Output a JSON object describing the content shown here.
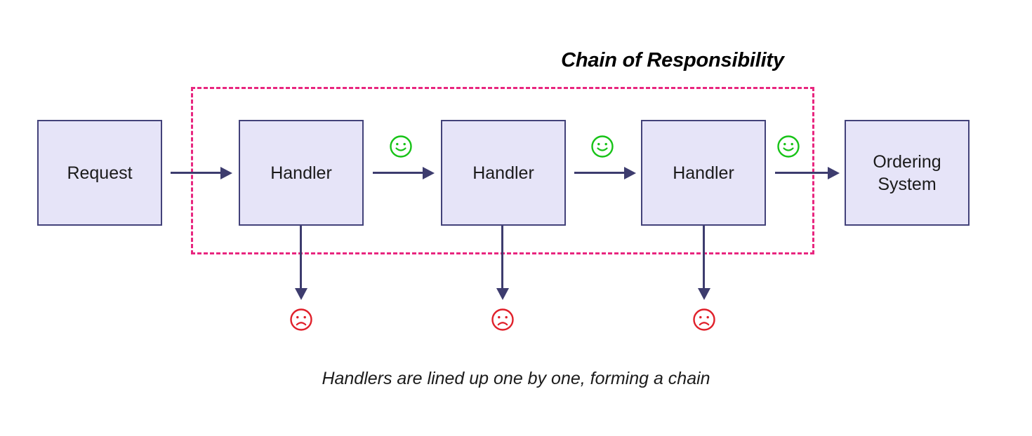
{
  "diagram": {
    "title": "Chain of Responsibility",
    "caption": "Handlers are lined up one by one, forming a chain",
    "colors": {
      "node_fill": "#e6e4f8",
      "node_border": "#43427a",
      "arrow": "#3d3c6e",
      "chain_region_border": "#e8267f",
      "happy_face": "#17c317",
      "sad_face": "#e0202a",
      "background": "#ffffff",
      "text": "#1b1b1b"
    },
    "nodes": [
      {
        "id": "request",
        "label": "Request",
        "kind": "source",
        "in_chain": false
      },
      {
        "id": "handler-1",
        "label": "Handler",
        "kind": "handler",
        "in_chain": true
      },
      {
        "id": "handler-2",
        "label": "Handler",
        "kind": "handler",
        "in_chain": true
      },
      {
        "id": "handler-3",
        "label": "Handler",
        "kind": "handler",
        "in_chain": true
      },
      {
        "id": "ordering-system",
        "label_line1": "Ordering",
        "label_line2": "System",
        "kind": "target",
        "in_chain": false
      }
    ],
    "flow_arrows": [
      {
        "from": "request",
        "to": "handler-1",
        "direction": "right",
        "marker": null
      },
      {
        "from": "handler-1",
        "to": "handler-2",
        "direction": "right",
        "marker": "happy-face"
      },
      {
        "from": "handler-2",
        "to": "handler-3",
        "direction": "right",
        "marker": "happy-face"
      },
      {
        "from": "handler-3",
        "to": "ordering-system",
        "direction": "right",
        "marker": "happy-face"
      }
    ],
    "reject_arrows": [
      {
        "from": "handler-1",
        "direction": "down",
        "marker": "sad-face"
      },
      {
        "from": "handler-2",
        "direction": "down",
        "marker": "sad-face"
      },
      {
        "from": "handler-3",
        "direction": "down",
        "marker": "sad-face"
      }
    ],
    "icons": {
      "happy": "happy-face-icon",
      "sad": "sad-face-icon"
    }
  }
}
